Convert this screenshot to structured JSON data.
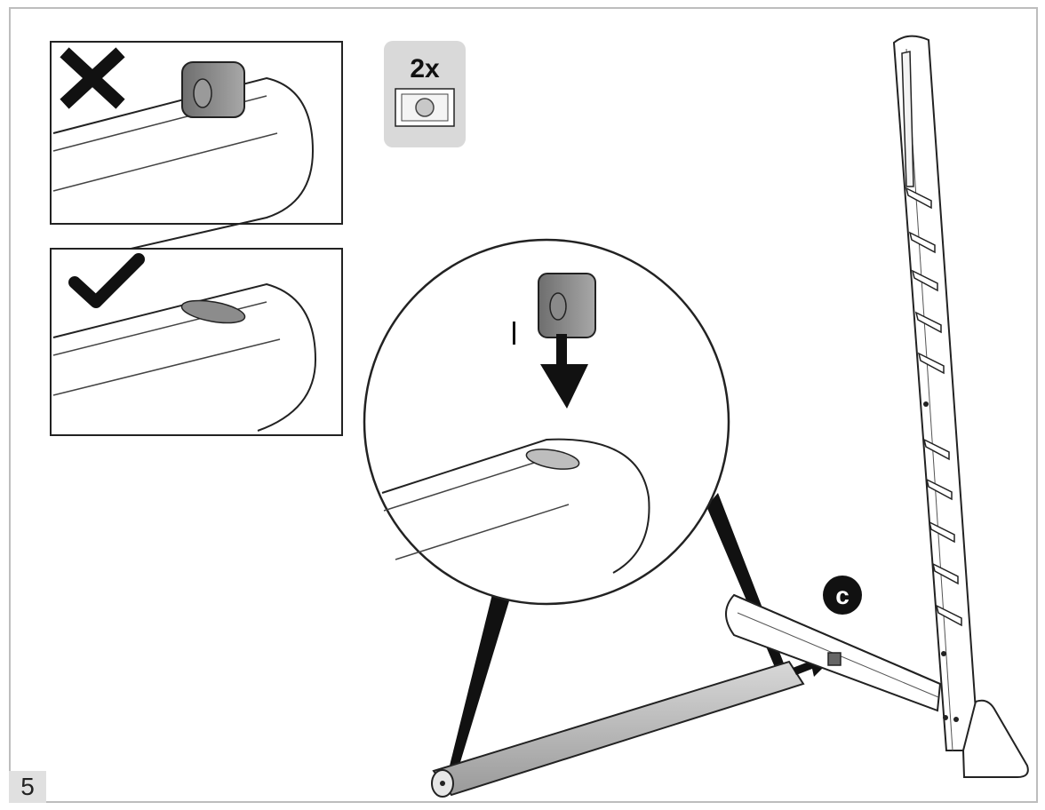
{
  "step": {
    "number": "5"
  },
  "quantity": {
    "label": "2x",
    "part_icon": "round-plug-part-icon"
  },
  "panels": {
    "wrong": {
      "mark_icon": "cross-icon"
    },
    "correct": {
      "mark_icon": "checkmark-icon"
    }
  },
  "callout": {
    "letter": "c"
  },
  "colors": {
    "frame": "#bdbdbd",
    "line": "#222222",
    "part": "#8c8c8c",
    "badge": "#111111"
  }
}
